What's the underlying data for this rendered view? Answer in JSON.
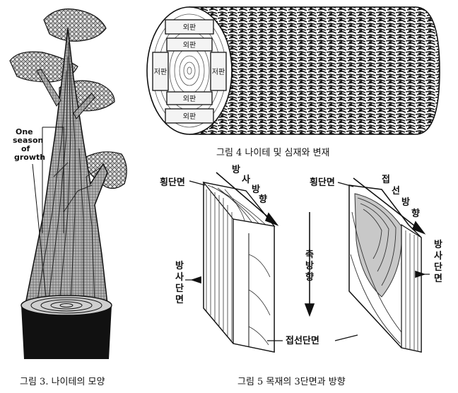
{
  "figure3": {
    "growth_label_lines": [
      "One",
      "season",
      "of",
      "growth"
    ],
    "caption": "그림 3. 나이테의 모양"
  },
  "figure4": {
    "outer_top": "외판",
    "inner_top": "외판",
    "left": "저판",
    "right": "저판",
    "inner_bottom": "외판",
    "outer_bottom": "외판",
    "caption": "그림 4 나이테 및 심재와 변재"
  },
  "figure5": {
    "left_cross_section": "횡단면",
    "left_radial_direction": [
      "방",
      "사",
      "방",
      "향"
    ],
    "left_radial_face": [
      "방",
      "사",
      "단",
      "면"
    ],
    "axial_direction": [
      "축",
      "방",
      "향"
    ],
    "right_cross_section": "횡단면",
    "right_tangential_direction": [
      "접",
      "선",
      "방",
      "향"
    ],
    "right_radial_face": [
      "방",
      "사",
      "단",
      "면"
    ],
    "tangential_face": "접선단면",
    "caption": "그림 5 목재의 3단면과 방향"
  }
}
